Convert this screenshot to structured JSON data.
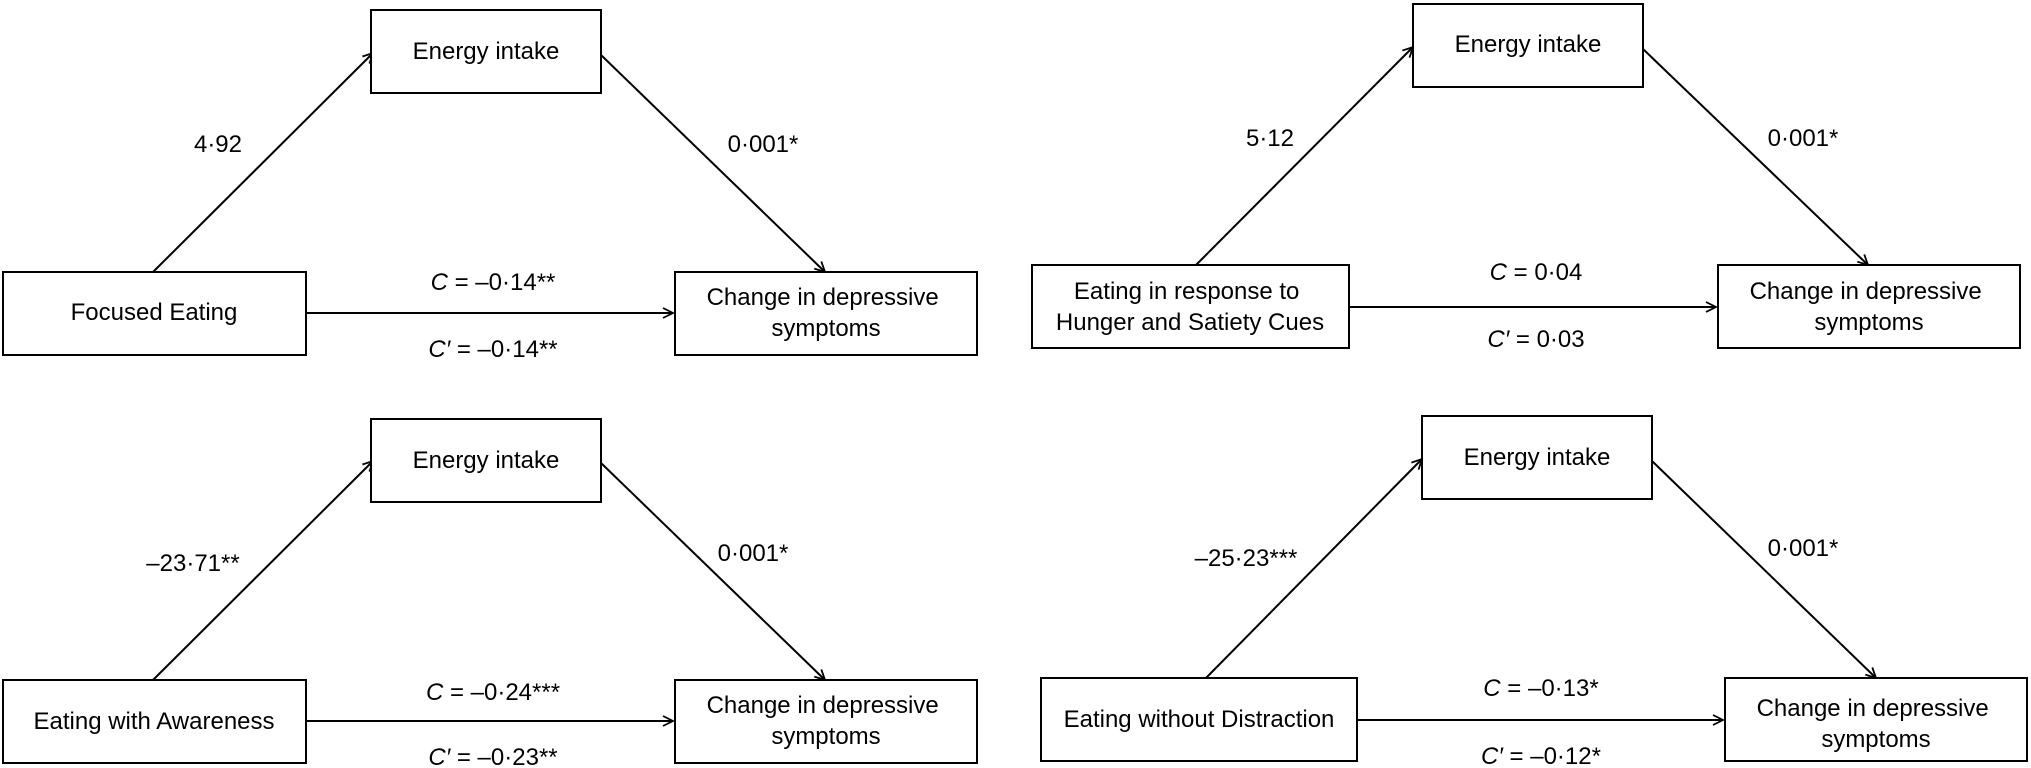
{
  "panels": [
    {
      "mediator": "Energy intake",
      "predictor": [
        "Focused Eating"
      ],
      "outcome": [
        "Change in depressive",
        "symptoms"
      ],
      "a_path": "4·92",
      "b_path": "0·001*",
      "c_symbol": "C",
      "c_value": " = –0·14**",
      "c_prime_symbol": "C′",
      "c_prime_value": " = –0·14**"
    },
    {
      "mediator": "Energy intake",
      "predictor": [
        "Eating in response to",
        "Hunger and Satiety Cues"
      ],
      "outcome": [
        "Change in depressive",
        "symptoms"
      ],
      "a_path": "5·12",
      "b_path": "0·001*",
      "c_symbol": "C",
      "c_value": " = 0·04",
      "c_prime_symbol": "C′",
      "c_prime_value": " = 0·03"
    },
    {
      "mediator": "Energy intake",
      "predictor": [
        "Eating with Awareness"
      ],
      "outcome": [
        "Change in depressive",
        "symptoms"
      ],
      "a_path": "–23·71**",
      "b_path": "0·001*",
      "c_symbol": "C",
      "c_value": " = –0·24***",
      "c_prime_symbol": "C′",
      "c_prime_value": " = –0·23**"
    },
    {
      "mediator": "Energy intake",
      "predictor": [
        "Eating without Distraction"
      ],
      "outcome": [
        "Change in depressive",
        "symptoms"
      ],
      "a_path": "–25·23***",
      "b_path": "0·001*",
      "c_symbol": "C",
      "c_value": " = –0·13*",
      "c_prime_symbol": "C′",
      "c_prime_value": " = –0·12*"
    }
  ]
}
